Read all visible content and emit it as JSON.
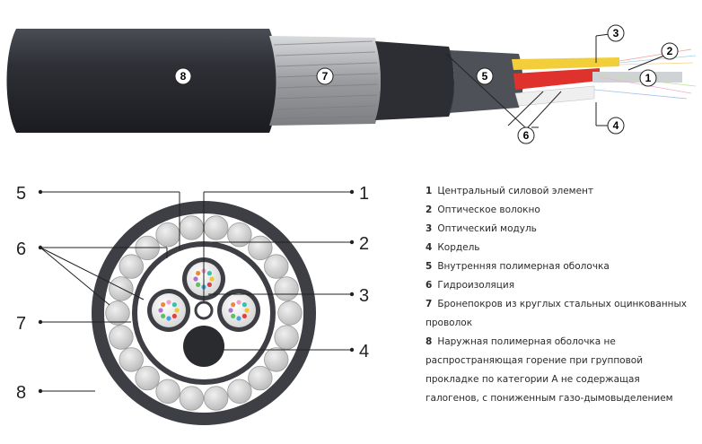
{
  "diagram": {
    "top_callouts": [
      "8",
      "7",
      "5",
      "6",
      "3",
      "2",
      "1",
      "4"
    ],
    "cross_section_callouts_left": [
      "5",
      "6",
      "7",
      "8"
    ],
    "cross_section_callouts_right": [
      "1",
      "2",
      "3",
      "4"
    ]
  },
  "legend": [
    {
      "num": "1",
      "lines": [
        "Центральный силовой элемент"
      ]
    },
    {
      "num": "2",
      "lines": [
        "Оптическое волокно"
      ]
    },
    {
      "num": "3",
      "lines": [
        "Оптический модуль"
      ]
    },
    {
      "num": "4",
      "lines": [
        "Кордель"
      ]
    },
    {
      "num": "5",
      "lines": [
        "Внутренняя полимерная оболочка"
      ]
    },
    {
      "num": "6",
      "lines": [
        "Гидроизоляция"
      ]
    },
    {
      "num": "7",
      "lines": [
        "Бронепокров из круглых стальных оцинкованных",
        "проволок"
      ]
    },
    {
      "num": "8",
      "lines": [
        "Наружная полимерная оболочка не",
        "распространяющая горение при групповой",
        "прокладке по категории А не содержащая",
        "галогенов, с пониженным газо-дымовыделением"
      ]
    }
  ],
  "colors": {
    "sheath": "#2b2d33",
    "armor": "#c8c8c8",
    "yellow_module": "#f2cf3a",
    "red_module": "#e0322c"
  }
}
